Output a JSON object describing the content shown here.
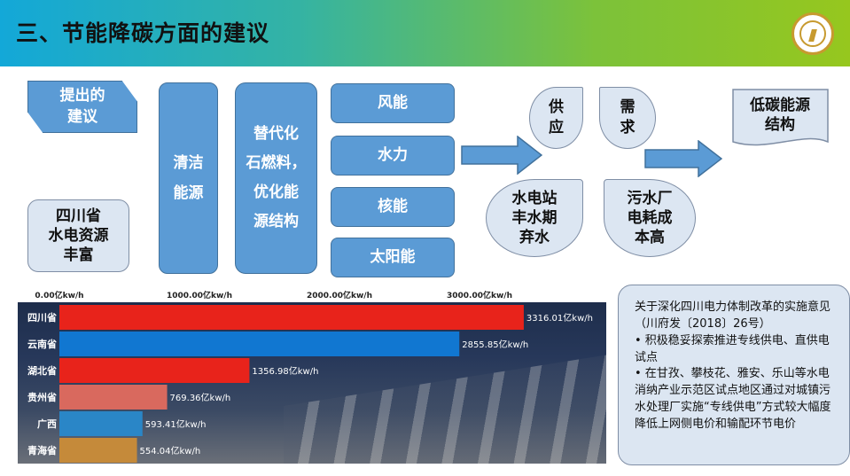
{
  "header": {
    "title": "三、节能降碳方面的建议",
    "logo_icon": "university-seal-icon"
  },
  "diagram": {
    "proposal_tag": "提出的\n建议",
    "sichuan_box": "四川省\n水电资源\n丰富",
    "clean_energy": "清洁\n能源",
    "replace_box": "替代化\n石燃料，\n优化能\n源结构",
    "energies": [
      "风能",
      "水力",
      "核能",
      "太阳能"
    ],
    "supply": "供\n应",
    "demand": "需\n求",
    "hydro_station": "水电站\n丰水期\n弃水",
    "sewage_plant": "污水厂\n电耗成\n本高",
    "low_carbon": "低碳能源\n结构"
  },
  "chart_data": {
    "type": "bar",
    "orientation": "horizontal",
    "categories": [
      "四川省",
      "云南省",
      "湖北省",
      "贵州省",
      "广西",
      "青海省"
    ],
    "values": [
      3316.01,
      2855.85,
      1356.98,
      769.36,
      593.41,
      554.04
    ],
    "value_labels": [
      "3316.01亿kw/h",
      "2855.85亿kw/h",
      "1356.98亿kw/h",
      "769.36亿kw/h",
      "593.41亿kw/h",
      "554.04亿kw/h"
    ],
    "ticks": [
      0,
      1000,
      2000,
      3000
    ],
    "tick_labels": [
      "0.00亿kw/h",
      "1000.00亿kw/h",
      "2000.00亿kw/h",
      "3000.00亿kw/h"
    ],
    "xlim": [
      0,
      3600
    ],
    "colors": [
      "#e8231b",
      "#1177d1",
      "#e8231b",
      "#d9695e",
      "#2a86c7",
      "#c58a3a"
    ]
  },
  "note": {
    "title": "关于深化四川电力体制改革的实施意见（川府发〔2018〕26号）",
    "bullets": [
      "•  积极稳妥探索推进专线供电、直供电试点",
      "•  在甘孜、攀枝花、雅安、乐山等水电消纳产业示范区试点地区通过对城镇污水处理厂实施“专线供电”方式较大幅度降低上网侧电价和输配环节电价"
    ]
  }
}
